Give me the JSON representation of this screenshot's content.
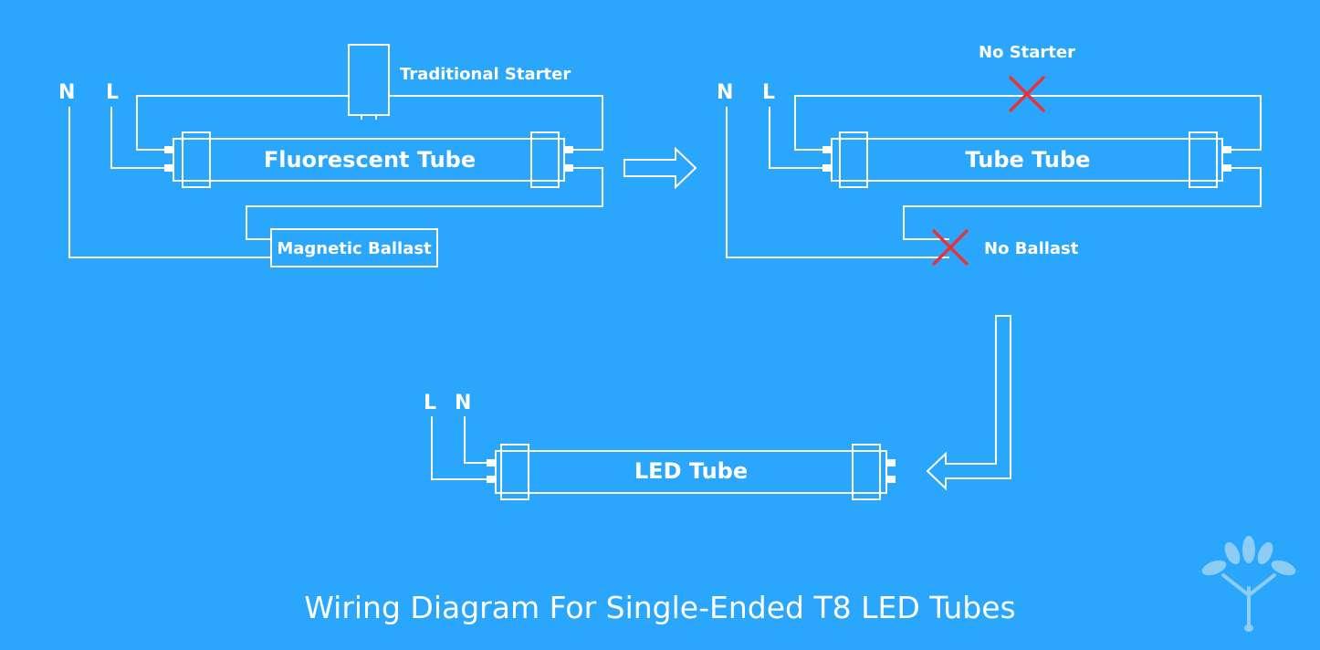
{
  "colors": {
    "background": "#2aa6fc",
    "line": "#ffffff",
    "cross": "#e8333a",
    "logo": "#8cccf5"
  },
  "diagram1": {
    "neutral_label": "N",
    "live_label": "L",
    "starter_label": "Traditional Starter",
    "tube_label": "Fluorescent Tube",
    "ballast_label": "Magnetic Ballast"
  },
  "diagram2": {
    "neutral_label": "N",
    "live_label": "L",
    "starter_label": "No Starter",
    "tube_label": "Tube Tube",
    "ballast_label": "No Ballast"
  },
  "diagram3": {
    "live_label": "L",
    "neutral_label": "N",
    "tube_label": "LED Tube"
  },
  "title": "Wiring Diagram For Single-Ended T8 LED Tubes",
  "logo_icon": "tree-logo-icon"
}
